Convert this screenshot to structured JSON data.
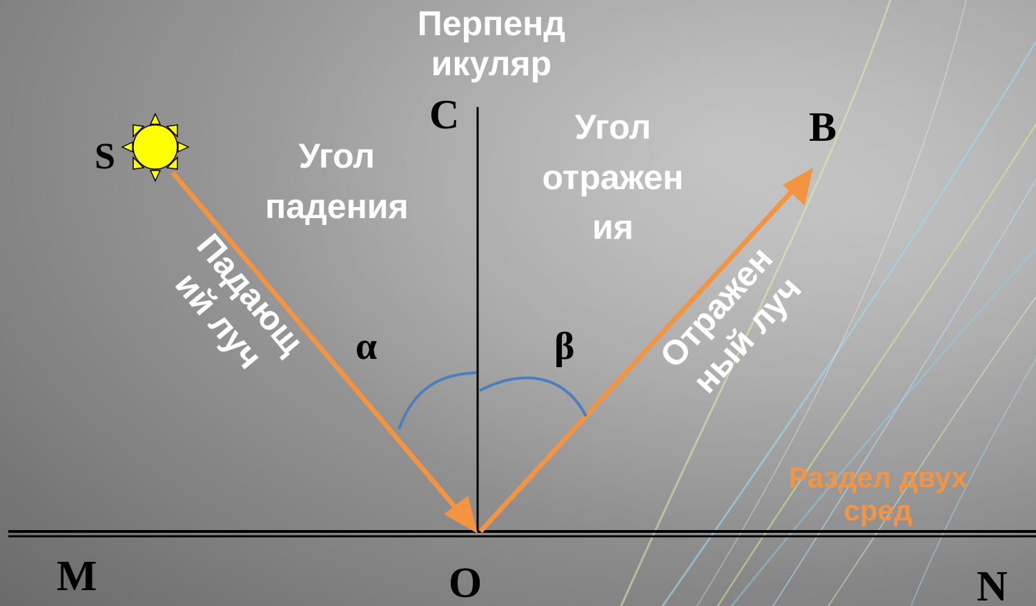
{
  "labels": {
    "perpendicular": [
      "Перпенд",
      "икуляр"
    ],
    "angle_incidence": [
      "Угол",
      "падения"
    ],
    "angle_reflection": [
      "Угол",
      "отражен",
      "ия"
    ],
    "incident_ray": [
      "Падающ",
      "ий луч"
    ],
    "reflected_ray": [
      "Отражен",
      "ный луч"
    ],
    "interface": [
      "Раздел двух",
      "сред"
    ]
  },
  "points": {
    "s": "S",
    "c": "C",
    "b": "B",
    "m": "M",
    "o": "O",
    "n": "N"
  },
  "angles": {
    "alpha": "α",
    "beta": "β"
  },
  "colors": {
    "ray": "#f39441",
    "arc": "#4a7ebf",
    "line": "#000000",
    "sun_fill": "#ffff00",
    "label_text": "#ffffff",
    "interface_text": "#f39441",
    "letter_text": "#000000"
  },
  "icons": {
    "sun": "sun-icon"
  }
}
